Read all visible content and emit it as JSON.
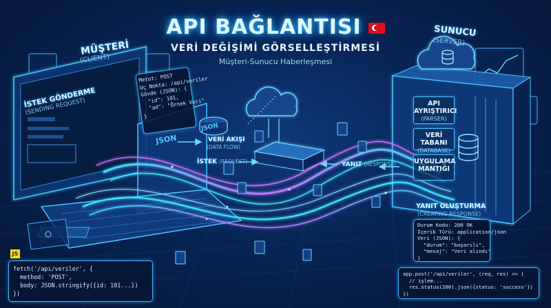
{
  "header": {
    "title": "API BAĞLANTISI",
    "subtitle": "VERİ DEĞİŞİMİ GÖRSELLEŞTİRMESİ",
    "tagline": "Müşteri-Sunucu Haberleşmesi"
  },
  "client": {
    "label": "MÜŞTERİ",
    "label_en": "(CLIENT)",
    "sending_title": "İSTEK GÖNDERME",
    "sending_en": "(SENDING REQUEST)",
    "request_lines": [
      "Metot: POST",
      "Uç Nokta: /api/veriler",
      "Gövde (JSON): {",
      "  \"id\": 101,",
      "  \"ad\": \"Örnek Veri\"",
      "}"
    ],
    "json_tag": "JSON"
  },
  "server": {
    "label": "SUNUCU",
    "label_en": "(SERVER)",
    "modules": [
      {
        "name": "API AYRIŞTIRICI",
        "en": "(PARSER)"
      },
      {
        "name": "VERİ TABANI",
        "en": "(DATABASE)"
      },
      {
        "name": "UYGULAMA MANTIĞI",
        "en": ""
      }
    ]
  },
  "flow": {
    "data_flow": "VERİ AKIŞI",
    "data_flow_en": "(DATA FLOW)",
    "request": "İSTEK",
    "request_en": "(REQUEST)",
    "response": "YANIT",
    "response_en": "(RESPONSE)",
    "json_label": "JSON"
  },
  "response_box": {
    "title": "YANIT OLUŞTURMA",
    "title_en": "(CREATING RESPONSE)",
    "lines": [
      "Durum Kodu: 200 OK",
      "İçerik Türü: application/json",
      "Veri (JSON): {",
      "  \"durum\": \"başarılı\",",
      "  \"mesaj\": \"Veri alındı\"",
      "}"
    ]
  },
  "client_code": {
    "badge": "JS",
    "lines": [
      "fetch('/api/veriler', {",
      "  method: 'POST',",
      "  body: JSON.stringify({id: 101...})",
      "})"
    ]
  },
  "server_code": {
    "lines": [
      "app.post('/api/veriler', (req, res) => {",
      "  // işlem...",
      "  res.status(200).json({status: 'success'})",
      "})"
    ]
  },
  "colors": {
    "accent": "#3fb6ff",
    "glow": "#2fe0ff",
    "pink": "#d86bff",
    "bg": "#061433"
  }
}
